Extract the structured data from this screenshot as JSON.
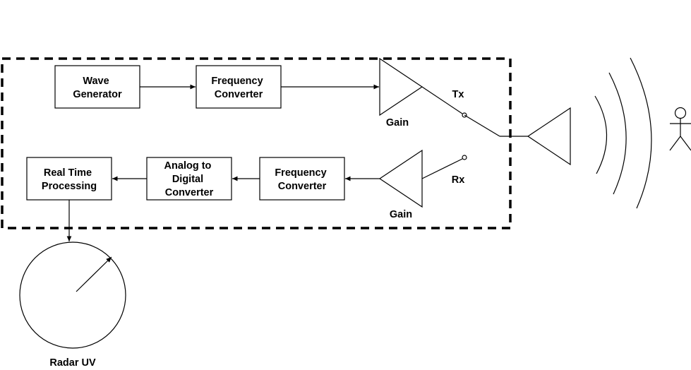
{
  "diagram": {
    "blocks": {
      "wave_generator": [
        "Wave",
        "Generator"
      ],
      "freq_converter_tx": [
        "Frequency",
        "Converter"
      ],
      "real_time_processing": [
        "Real Time",
        "Processing"
      ],
      "adc": [
        "Analog to",
        "Digital",
        "Converter"
      ],
      "freq_converter_rx": [
        "Frequency",
        "Converter"
      ]
    },
    "labels": {
      "gain_tx": "Gain",
      "gain_rx": "Gain",
      "tx": "Tx",
      "rx": "Rx",
      "radar_display": "Radar UV"
    },
    "icons": {
      "person": "person-icon",
      "antenna": "antenna-icon",
      "radar_display": "radar-gauge-icon"
    }
  }
}
